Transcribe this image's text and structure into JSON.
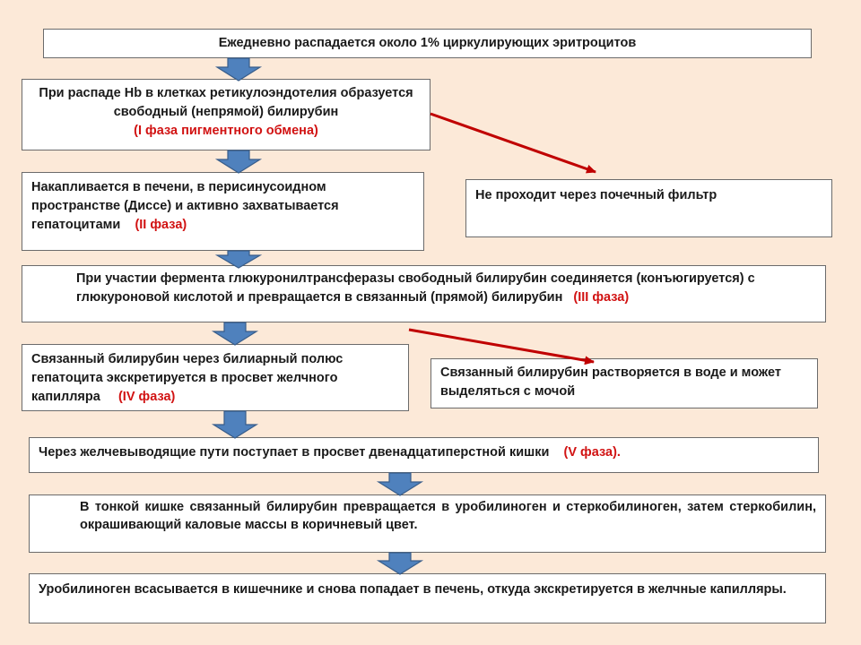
{
  "steps": [
    {
      "text": "Ежедневно распадается около 1% циркулирующих эритроцитов",
      "phase": ""
    },
    {
      "text": "При распаде Hb в клетках ретикулоэндотелия образуется свободный (непрямой) билирубин",
      "phase": "(I фаза пигментного обмена)"
    },
    {
      "text": "Накапливается в печени, в перисинусоидном пространстве (Диссе) и активно захватывается гепатоцитами",
      "phase": "(II фаза)"
    },
    {
      "text": "При участии фермента глюкуронилтрансферазы свободный билирубин соединяется (конъюгируется) с глюкуроновой кислотой и превращается в связанный (прямой) билирубин",
      "phase": "(III фаза)"
    },
    {
      "text": "Связанный билирубин через билиарный полюс гепатоцита экскретируется в просвет желчного капилляра",
      "phase": "(IV фаза)"
    },
    {
      "text": "Через желчевыводящие пути поступает в просвет двенадцатиперстной кишки",
      "phase": "(V фаза)."
    },
    {
      "text": "В тонкой кишке связанный билирубин превращается в уробилиноген и стеркобилиноген, затем стеркобилин, окрашивающий каловые массы в коричневый цвет.",
      "phase": ""
    },
    {
      "text": "Уробилиноген всасывается в кишечнике и снова попадает в печень, откуда экскретируется в желчные капилляры.",
      "phase": ""
    }
  ],
  "side_notes": [
    {
      "text": "Не проходит через почечный фильтр"
    },
    {
      "text": "Связанный билирубин растворяется в воде и может выделяться с мочой"
    }
  ],
  "colors": {
    "background": "#FCE9D8",
    "phase_text": "#d11212",
    "down_arrow_fill": "#4F81BD",
    "down_arrow_stroke": "#385D8A",
    "side_arrow": "#C00000"
  }
}
